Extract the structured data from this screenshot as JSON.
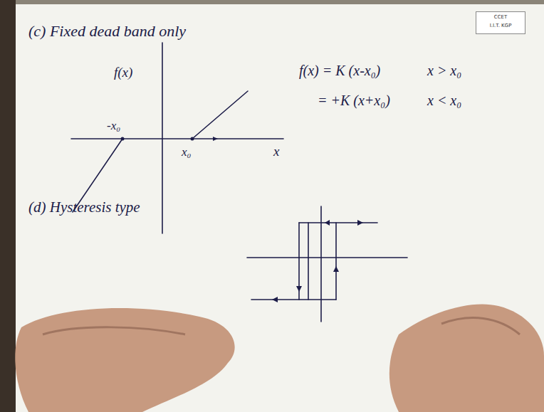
{
  "diagram": {
    "labels": [
      "(c) Fixed dead band only",
      "f(x)",
      "-x₀",
      "x₀",
      "x",
      "f(x) = K (x-x₀)",
      "x > x₀",
      "= +K (x+x₀)",
      "x < x₀",
      "(d) Hysteresis type",
      "CCET",
      "I.I.T. KGP"
    ]
  }
}
